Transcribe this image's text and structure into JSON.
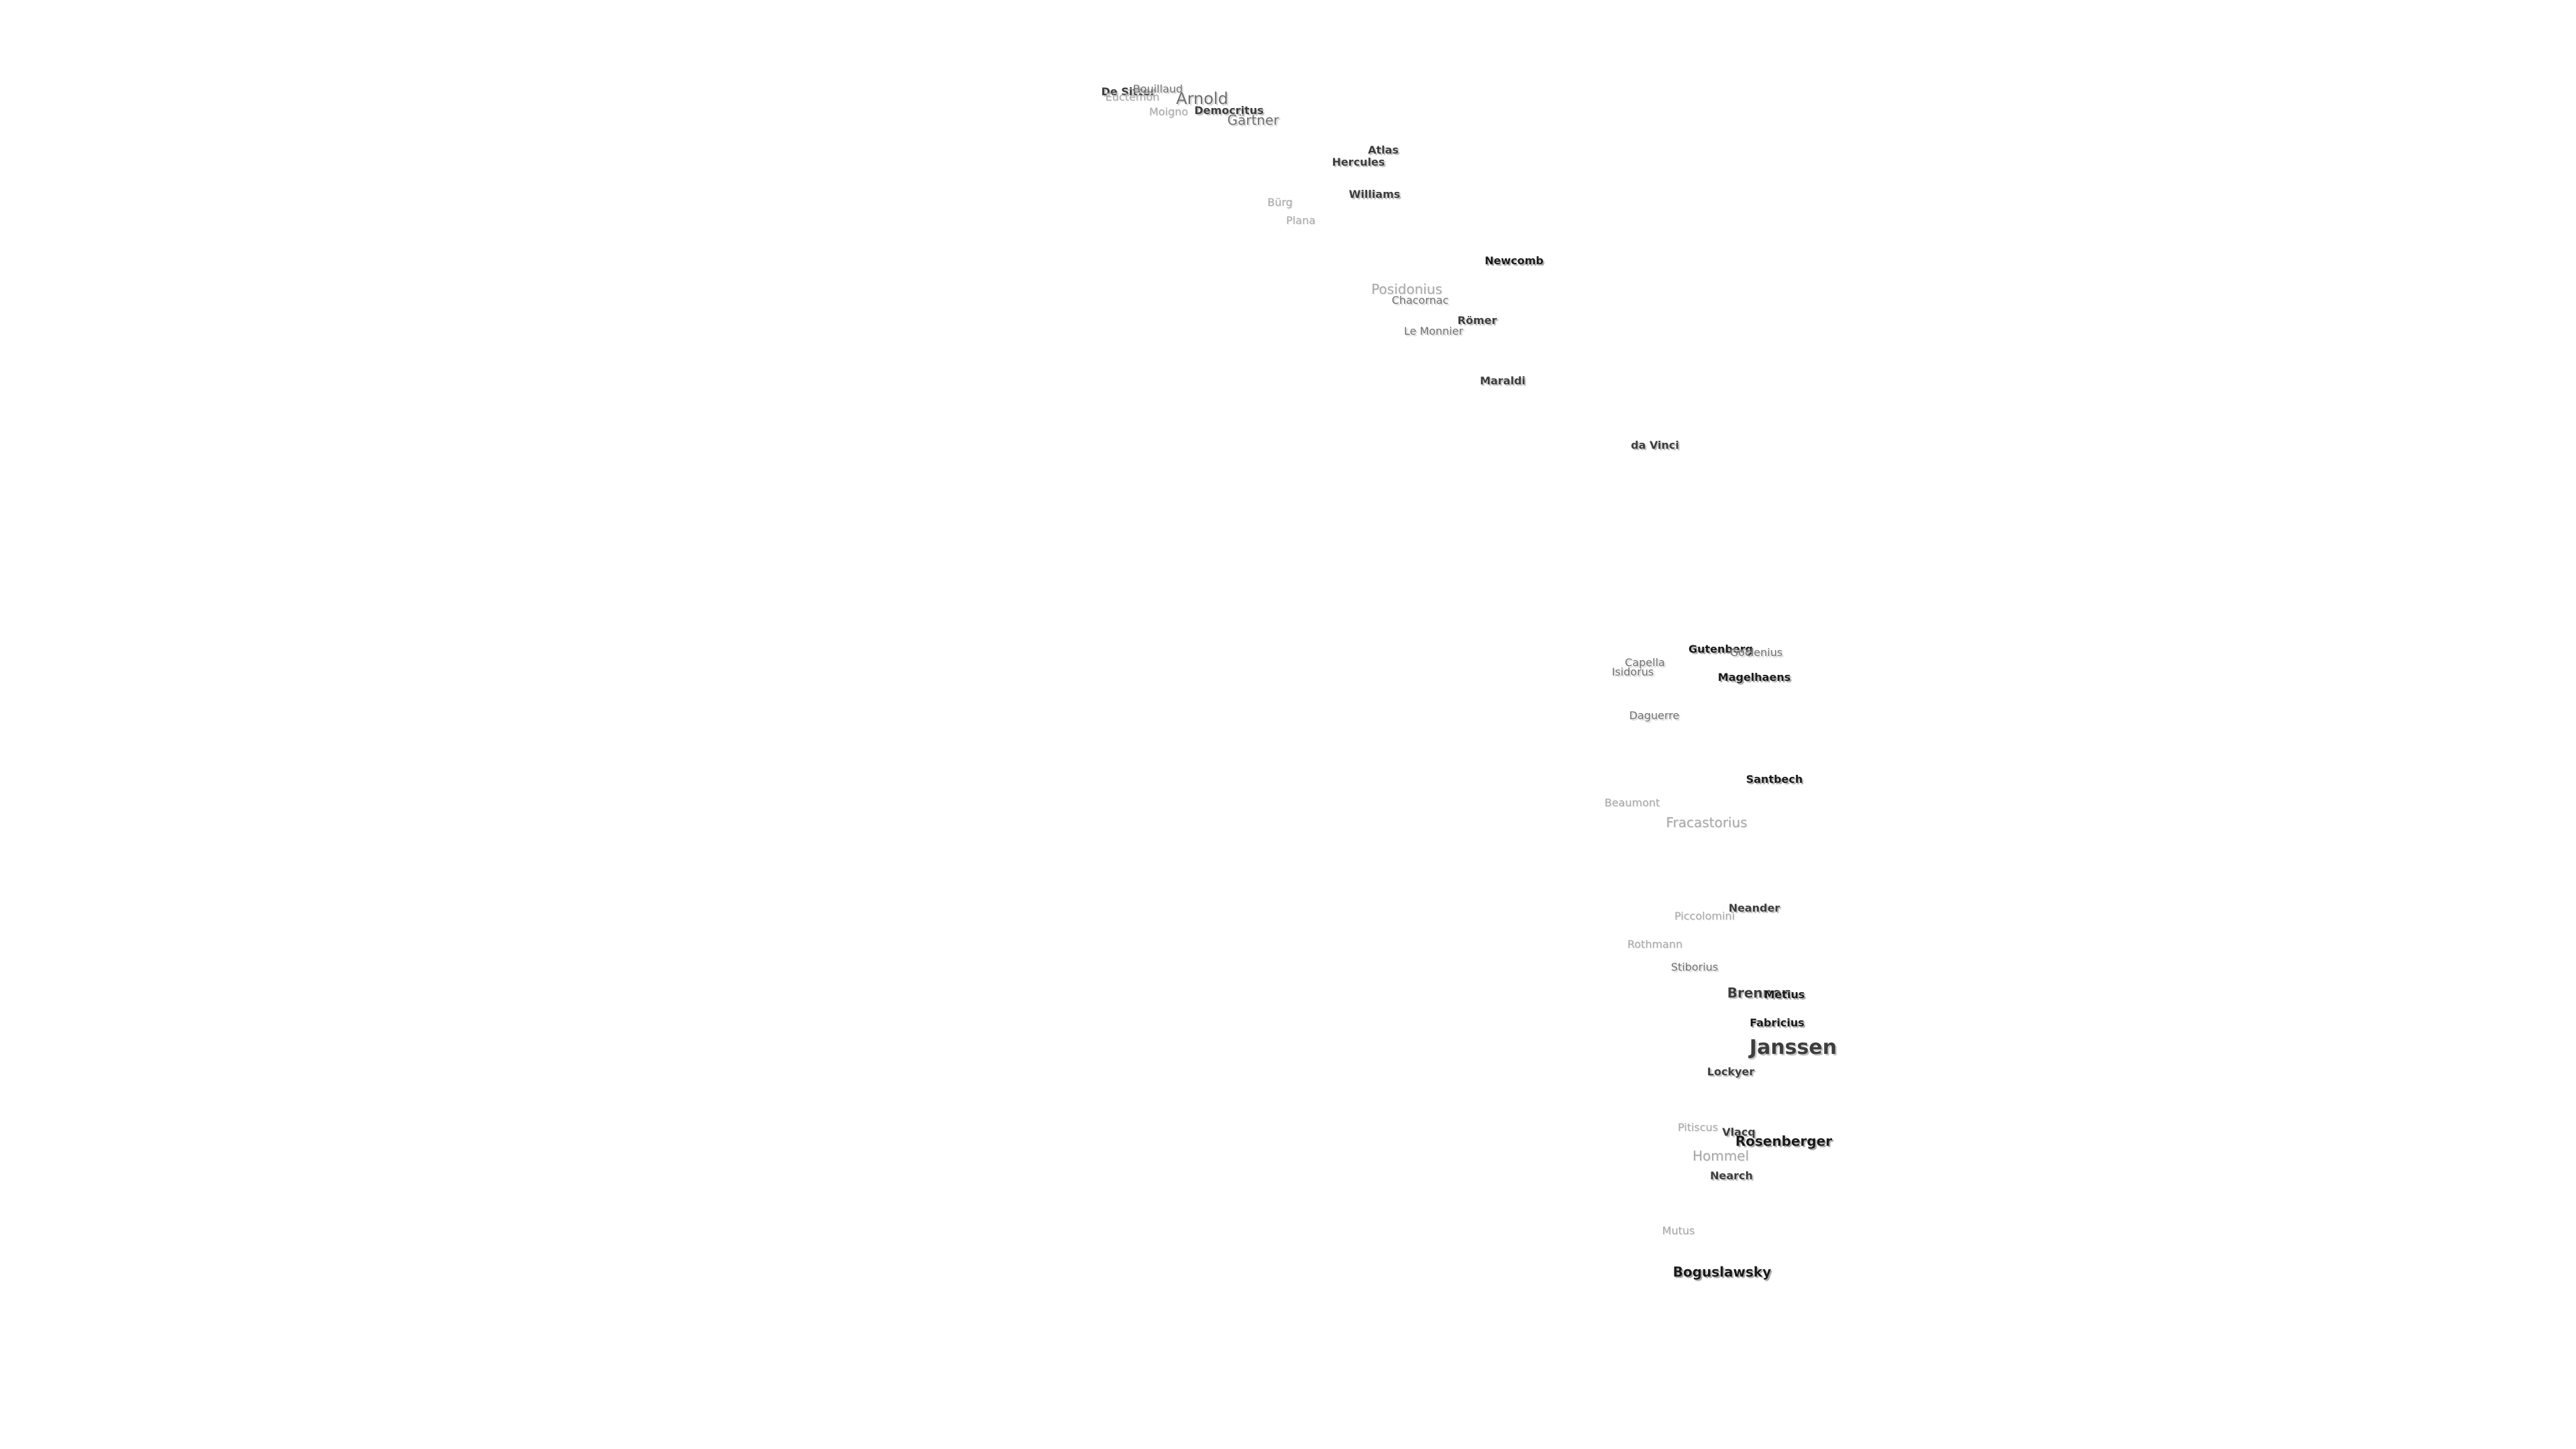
{
  "map": {
    "labels": [
      {
        "id": "de-sitter",
        "text": "De Sitter"
      },
      {
        "id": "bouillaud",
        "text": "Bouillaud"
      },
      {
        "id": "euctemon",
        "text": "Euctemon"
      },
      {
        "id": "arnold",
        "text": "Arnold"
      },
      {
        "id": "moigno",
        "text": "Moigno"
      },
      {
        "id": "democritus",
        "text": "Democritus"
      },
      {
        "id": "gartner",
        "text": "Gärtner"
      },
      {
        "id": "atlas",
        "text": "Atlas"
      },
      {
        "id": "hercules",
        "text": "Hercules"
      },
      {
        "id": "williams",
        "text": "Williams"
      },
      {
        "id": "burg",
        "text": "Bürg"
      },
      {
        "id": "plana",
        "text": "Plana"
      },
      {
        "id": "newcomb",
        "text": "Newcomb"
      },
      {
        "id": "posidonius",
        "text": "Posidonius"
      },
      {
        "id": "chacornac",
        "text": "Chacornac"
      },
      {
        "id": "romer",
        "text": "Römer"
      },
      {
        "id": "le-monnier",
        "text": "Le Monnier"
      },
      {
        "id": "maraldi",
        "text": "Maraldi"
      },
      {
        "id": "da-vinci",
        "text": "da Vinci"
      },
      {
        "id": "gutenberg",
        "text": "Gutenberg"
      },
      {
        "id": "goclenius",
        "text": "Goclenius"
      },
      {
        "id": "capella",
        "text": "Capella"
      },
      {
        "id": "isidorus",
        "text": "Isidorus"
      },
      {
        "id": "magelhaens",
        "text": "Magelhaens"
      },
      {
        "id": "daguerre",
        "text": "Daguerre"
      },
      {
        "id": "santbech",
        "text": "Santbech"
      },
      {
        "id": "beaumont",
        "text": "Beaumont"
      },
      {
        "id": "fracastorius",
        "text": "Fracastorius"
      },
      {
        "id": "neander",
        "text": "Neander"
      },
      {
        "id": "piccolomini",
        "text": "Piccolomini"
      },
      {
        "id": "rothmann",
        "text": "Rothmann"
      },
      {
        "id": "stiborius",
        "text": "Stiborius"
      },
      {
        "id": "brenner",
        "text": "Brenner"
      },
      {
        "id": "metius",
        "text": "Metius"
      },
      {
        "id": "fabricius",
        "text": "Fabricius"
      },
      {
        "id": "janssen",
        "text": "Janssen"
      },
      {
        "id": "lockyer",
        "text": "Lockyer"
      },
      {
        "id": "pitiscus",
        "text": "Pitiscus"
      },
      {
        "id": "vlacq",
        "text": "Vlacq"
      },
      {
        "id": "rosenberger",
        "text": "Rosenberger"
      },
      {
        "id": "hommel",
        "text": "Hommel"
      },
      {
        "id": "nearch",
        "text": "Nearch"
      },
      {
        "id": "mutus",
        "text": "Mutus"
      },
      {
        "id": "boguslawsky",
        "text": "Boguslawsky"
      }
    ]
  }
}
